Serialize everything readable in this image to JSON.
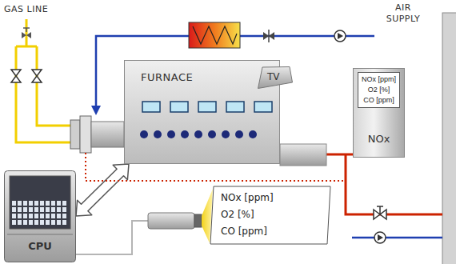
{
  "diagram": {
    "nodes": [
      {
        "text": [
          "FURNACE"
        ]
      },
      {
        "text": [
          "TV"
        ]
      },
      {
        "text": [
          "NOx"
        ]
      },
      {
        "text": [
          "NOx [ppm]",
          "O2 [%]",
          "CO [ppm]"
        ],
        "in": 2
      },
      {
        "text": [
          "CPU"
        ]
      },
      {
        "text": [
          "NOx [ppm]",
          "O2 [%]",
          "CO [ppm]"
        ]
      }
    ],
    "edges": [
      {
        "from": 0,
        "to": 2,
        "arrow": "none"
      },
      {
        "from": 4,
        "to": 0,
        "arrow": "both"
      }
    ],
    "labels": [
      "GAS LINE",
      "AIR SUPPLY"
    ]
  }
}
